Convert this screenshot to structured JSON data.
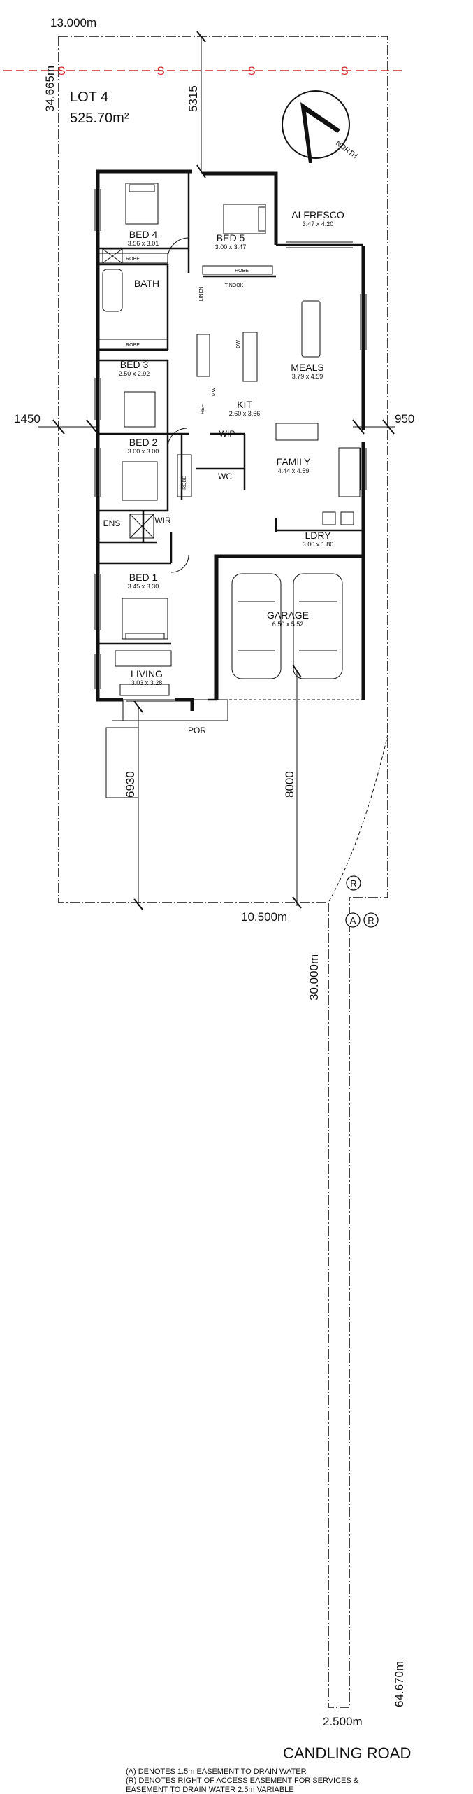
{
  "lot": {
    "label": "LOT 4",
    "area": "525.70m²",
    "frontage": "13.000m",
    "depth": "34.665m",
    "rear_width": "10.500m",
    "handle_length": "30.000m",
    "handle_width": "2.500m",
    "side_length": "64.670m",
    "easement_mark": "S"
  },
  "setbacks": {
    "front": "5315",
    "left_side": "1450",
    "right_side": "950",
    "rear_left": "6930",
    "rear_right": "8000"
  },
  "compass": {
    "label": "NORTH"
  },
  "rooms": [
    {
      "name": "BED 4",
      "size": "3.56 x 3.01"
    },
    {
      "name": "BED 5",
      "size": "3.00 x 3.47"
    },
    {
      "name": "ALFRESCO",
      "size": "3.47 x 4.20"
    },
    {
      "name": "BATH",
      "size": ""
    },
    {
      "name": "BED 3",
      "size": "2.50 x 2.92"
    },
    {
      "name": "MEALS",
      "size": "3.79 x 4.59"
    },
    {
      "name": "KIT",
      "size": "2.60 x 3.66"
    },
    {
      "name": "BED 2",
      "size": "3.00 x 3.00"
    },
    {
      "name": "FAMILY",
      "size": "4.44 x 4.59"
    },
    {
      "name": "LDRY",
      "size": "3.00 x 1.80"
    },
    {
      "name": "BED 1",
      "size": "3.45 x 3.30"
    },
    {
      "name": "GARAGE",
      "size": "6.50 x 5.52"
    },
    {
      "name": "LIVING",
      "size": "3.03 x 3.28"
    }
  ],
  "fixtures": {
    "robe": "ROBE",
    "linen": "LINEN",
    "it_nook": "IT NOOK",
    "wip": "WIP",
    "wc": "WC",
    "ens": "ENS",
    "wir": "WIR",
    "por": "POR",
    "dw": "DW",
    "ref": "REF",
    "mw": "MW"
  },
  "easement_tags": {
    "a": "A",
    "r": "R"
  },
  "road": "CANDLING ROAD",
  "notes": [
    "(A) DENOTES 1.5m EASEMENT TO DRAIN WATER",
    "(R) DENOTES RIGHT OF ACCESS EASEMENT FOR SERVICES &",
    "EASEMENT TO DRAIN WATER 2.5m VARIABLE"
  ],
  "colors": {
    "easement_line": "#d8232a",
    "wall": "#111111"
  }
}
